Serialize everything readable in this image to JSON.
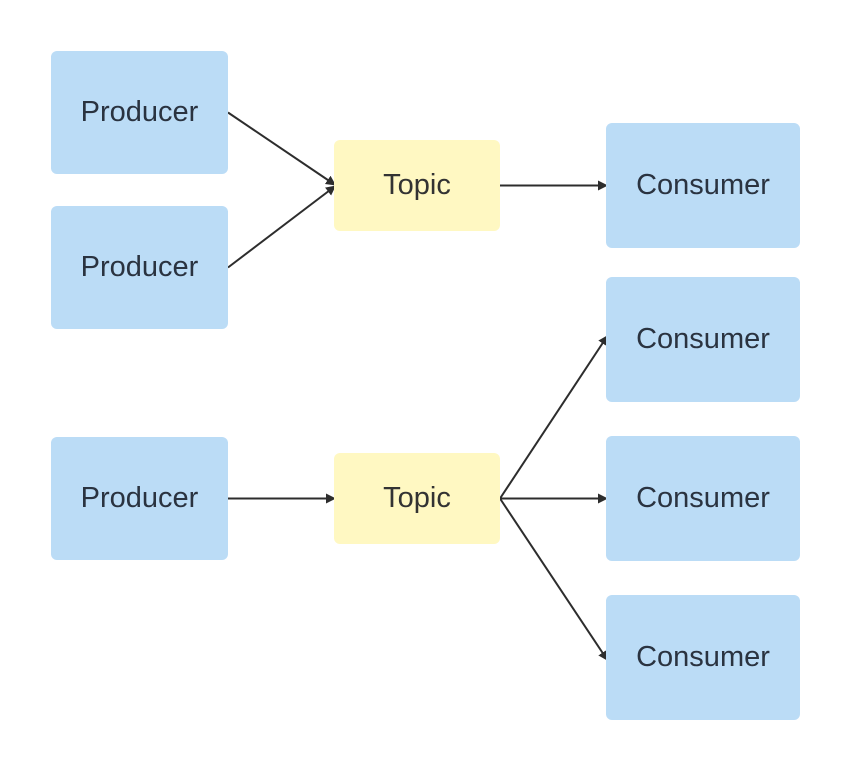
{
  "diagram": {
    "colors": {
      "producer_fill": "#bbdcf6",
      "consumer_fill": "#bbdcf6",
      "topic_fill": "#fff8c2",
      "edge": "#2d2d2d",
      "text": "#2a3340"
    },
    "nodes": {
      "p1": {
        "label": "Producer",
        "type": "producer"
      },
      "p2": {
        "label": "Producer",
        "type": "producer"
      },
      "p3": {
        "label": "Producer",
        "type": "producer"
      },
      "t1": {
        "label": "Topic",
        "type": "topic"
      },
      "t2": {
        "label": "Topic",
        "type": "topic"
      },
      "c1": {
        "label": "Consumer",
        "type": "consumer"
      },
      "c2": {
        "label": "Consumer",
        "type": "consumer"
      },
      "c3": {
        "label": "Consumer",
        "type": "consumer"
      },
      "c4": {
        "label": "Consumer",
        "type": "consumer"
      }
    },
    "edges": [
      {
        "from": "p1",
        "to": "t1"
      },
      {
        "from": "p2",
        "to": "t1"
      },
      {
        "from": "t1",
        "to": "c1"
      },
      {
        "from": "p3",
        "to": "t2"
      },
      {
        "from": "t2",
        "to": "c2"
      },
      {
        "from": "t2",
        "to": "c3"
      },
      {
        "from": "t2",
        "to": "c4"
      }
    ]
  }
}
